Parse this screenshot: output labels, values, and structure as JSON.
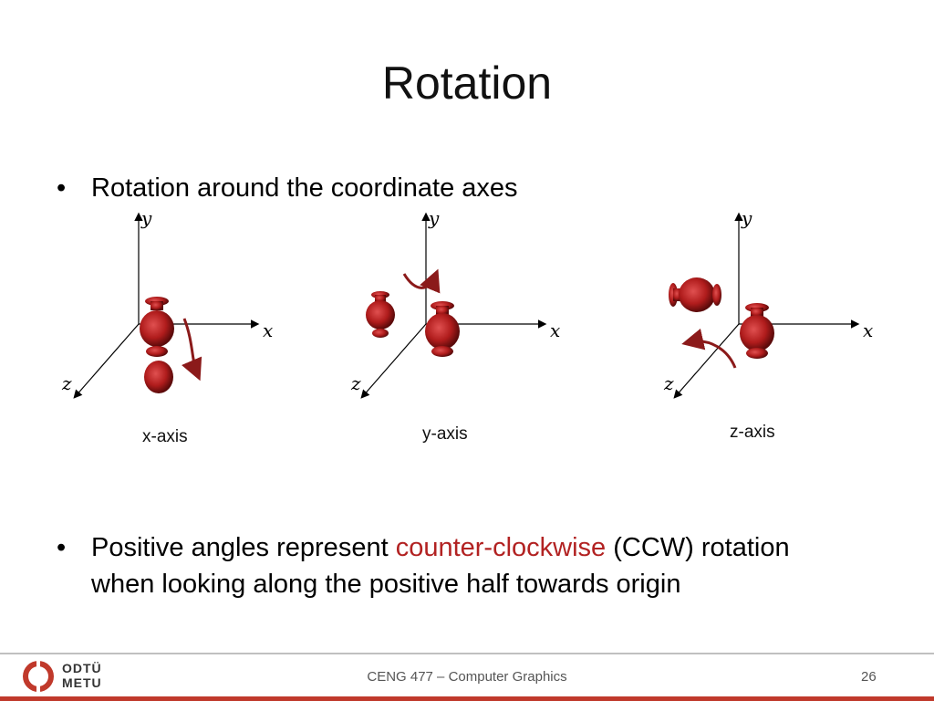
{
  "title": "Rotation",
  "bullet1": {
    "symbol": "•",
    "text": "Rotation around the coordinate axes"
  },
  "diagrams": [
    {
      "caption": "x-axis",
      "y": "y",
      "x": "x",
      "z": "z"
    },
    {
      "caption": "y-axis",
      "y": "y",
      "x": "x",
      "z": "z"
    },
    {
      "caption": "z-axis",
      "y": "y",
      "x": "x",
      "z": "z"
    }
  ],
  "bullet2": {
    "symbol": "•",
    "line1_pre": "Positive angles represent ",
    "line1_highlight": "counter-clockwise",
    "line1_post": " (CCW) rotation",
    "line2": "when looking along the positive half towards origin"
  },
  "footer": {
    "course": "CENG 477 – Computer Graphics",
    "page": "26",
    "logo_top": "ODTÜ",
    "logo_bottom": "METU"
  },
  "colors": {
    "highlight": "#b22222",
    "object": "#b01c1c",
    "arrow": "#8b1a1a",
    "footer_bar": "#c0392b"
  }
}
